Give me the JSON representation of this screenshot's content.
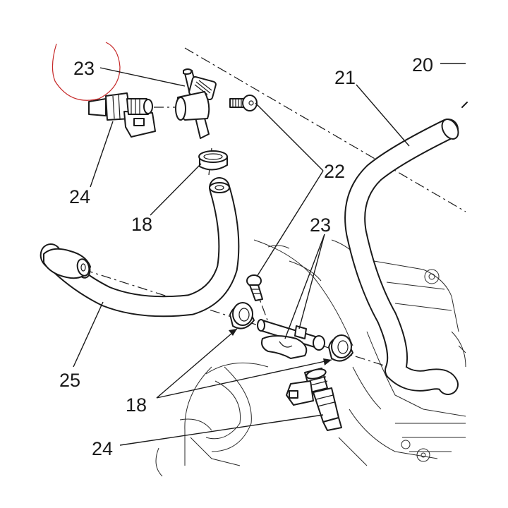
{
  "diagram": {
    "callouts": {
      "c20": "20",
      "c21": "21",
      "c22": "22",
      "c23_top": "23",
      "c23_mid": "23",
      "c24_top": "24",
      "c24_bottom": "24",
      "c18_top": "18",
      "c18_bottom": "18",
      "c25": "25"
    },
    "highlight_color": "#c62828"
  }
}
